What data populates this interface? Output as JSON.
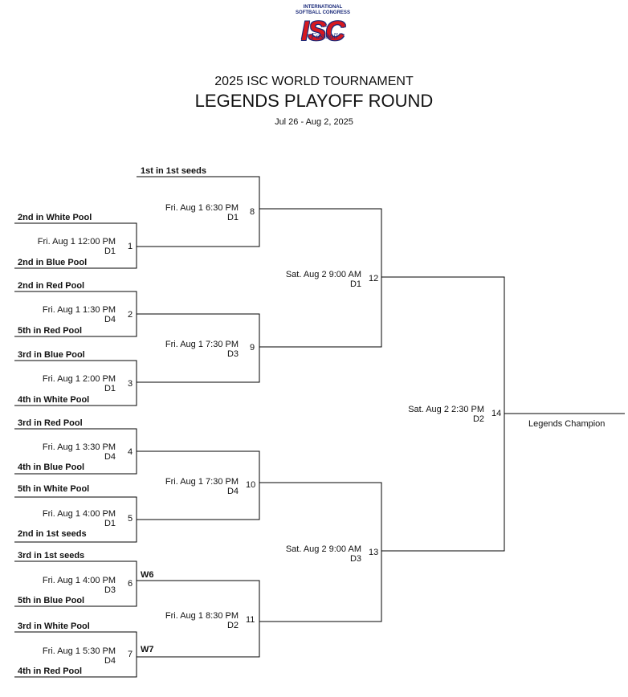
{
  "logo": {
    "line1": "INTERNATIONAL",
    "line2": "SOFTBALL CONGRESS",
    "mark": "ISC",
    "script": "Fastball"
  },
  "header": {
    "line1": "2025 ISC WORLD TOURNAMENT",
    "line2": "LEGENDS PLAYOFF ROUND",
    "dates": "Jul 26 - Aug 2, 2025"
  },
  "teams": [
    "1st in 1st seeds",
    "2nd in White Pool",
    "2nd in Blue Pool",
    "2nd in Red Pool",
    "5th in Red Pool",
    "3rd in Blue Pool",
    "4th in White Pool",
    "3rd in Red Pool",
    "4th in Blue Pool",
    "5th in White Pool",
    "2nd in 1st seeds",
    "3rd in 1st seeds",
    "5th in Blue Pool",
    "3rd in White Pool",
    "4th in Red Pool",
    "W6",
    "W7"
  ],
  "games": [
    {
      "number": "1",
      "time": "Fri. Aug 1 12:00 PM",
      "diamond": "D1"
    },
    {
      "number": "2",
      "time": "Fri. Aug 1 1:30 PM",
      "diamond": "D4"
    },
    {
      "number": "3",
      "time": "Fri. Aug 1 2:00 PM",
      "diamond": "D1"
    },
    {
      "number": "4",
      "time": "Fri. Aug 1 3:30 PM",
      "diamond": "D4"
    },
    {
      "number": "5",
      "time": "Fri. Aug 1 4:00 PM",
      "diamond": "D1"
    },
    {
      "number": "6",
      "time": "Fri. Aug 1 4:00 PM",
      "diamond": "D3"
    },
    {
      "number": "7",
      "time": "Fri. Aug 1 5:30 PM",
      "diamond": "D4"
    },
    {
      "number": "8",
      "time": "Fri. Aug 1 6:30 PM",
      "diamond": "D1"
    },
    {
      "number": "9",
      "time": "Fri. Aug 1 7:30 PM",
      "diamond": "D3"
    },
    {
      "number": "10",
      "time": "Fri. Aug 1 7:30 PM",
      "diamond": "D4"
    },
    {
      "number": "11",
      "time": "Fri. Aug 1 8:30 PM",
      "diamond": "D2"
    },
    {
      "number": "12",
      "time": "Sat. Aug 2 9:00 AM",
      "diamond": "D1"
    },
    {
      "number": "13",
      "time": "Sat. Aug 2 9:00 AM",
      "diamond": "D3"
    },
    {
      "number": "14",
      "time": "Sat. Aug 2 2:30 PM",
      "diamond": "D2"
    }
  ],
  "champion_label": "Legends Champion"
}
